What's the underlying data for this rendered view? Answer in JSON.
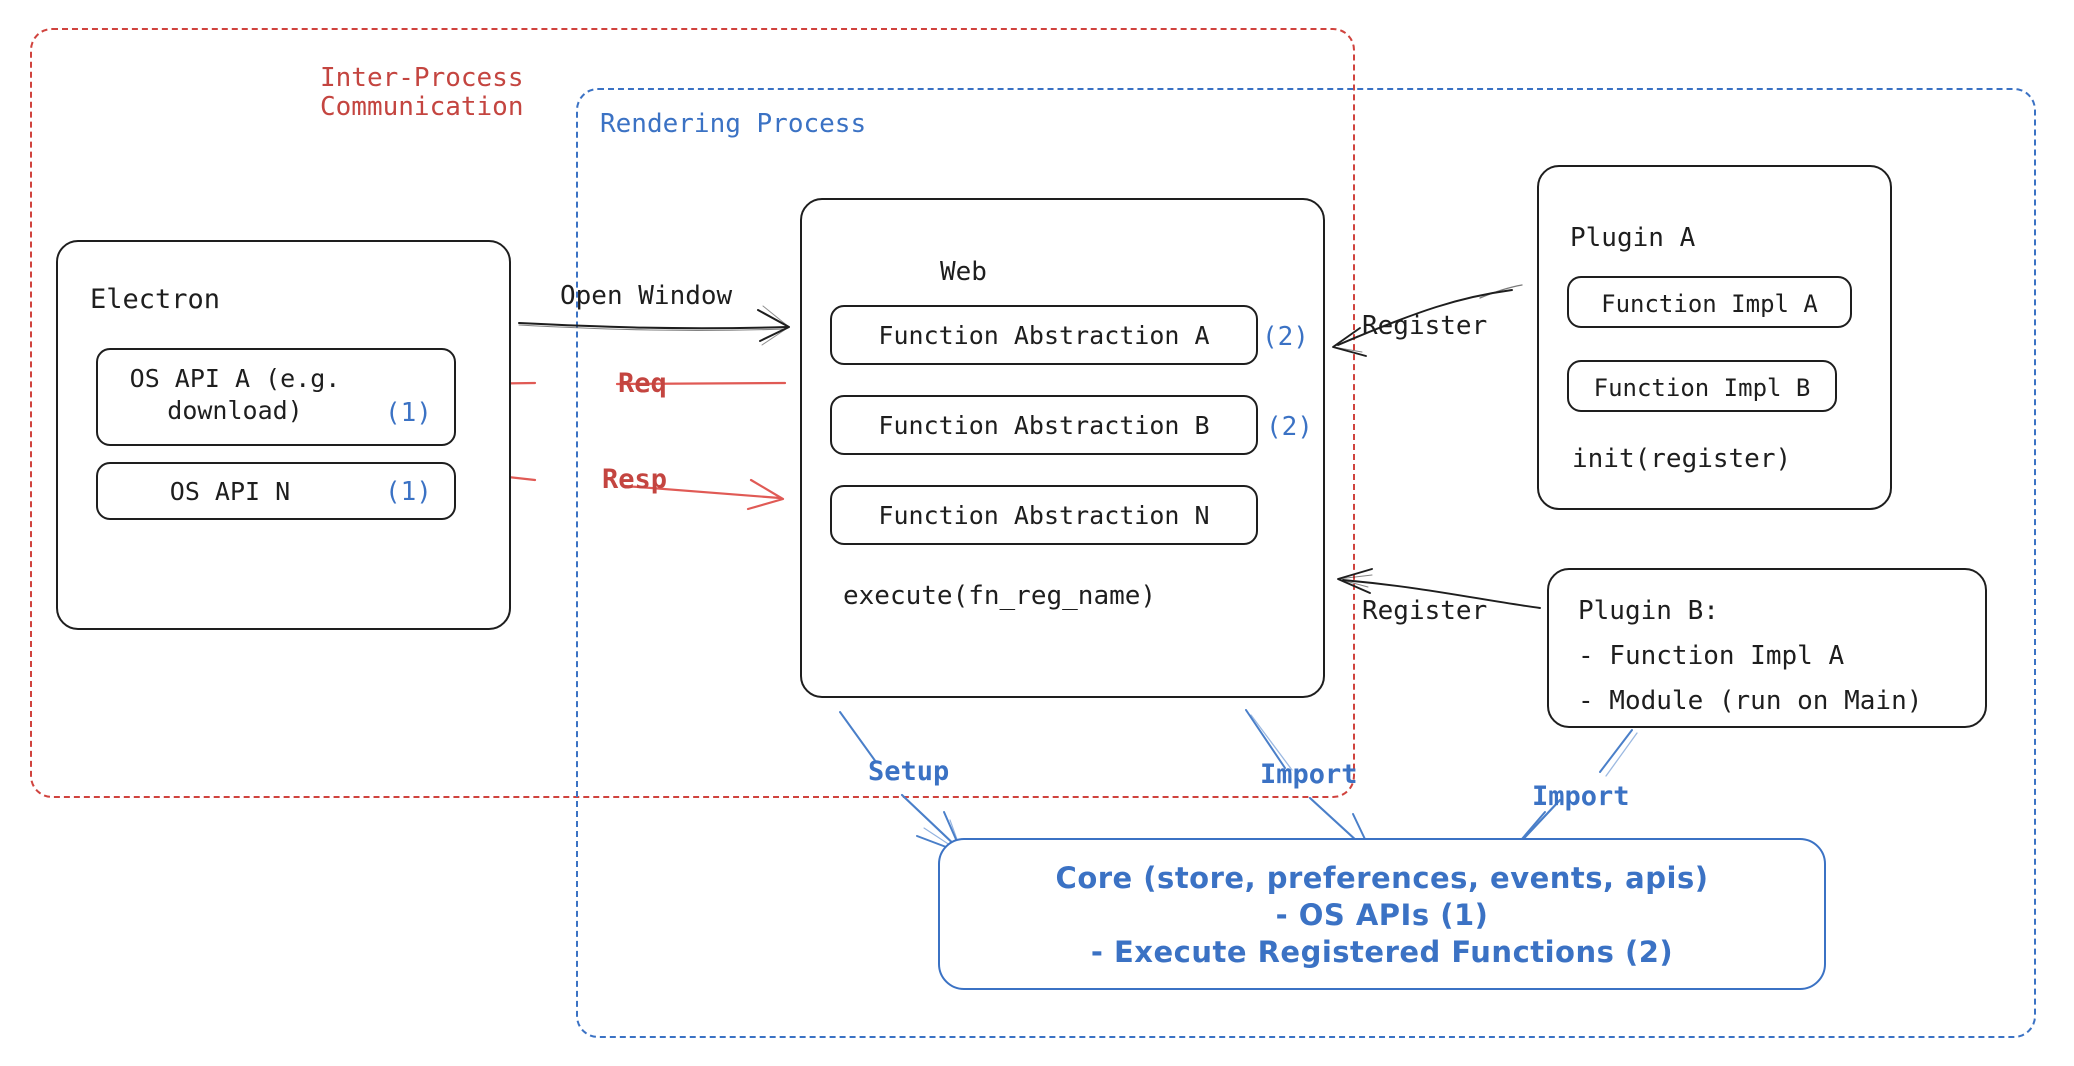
{
  "diagram": {
    "title": "Electron plugin architecture",
    "colors": {
      "ipc_red": "#c44540",
      "process_blue": "#3b72c4",
      "ink": "#1e1e1e",
      "background": "#ffffff"
    }
  },
  "containers": {
    "ipc": {
      "label_line1": "Inter-Process",
      "label_line2": "Communication"
    },
    "rendering": {
      "label": "Rendering Process"
    }
  },
  "electron": {
    "title": "Electron",
    "apis": [
      {
        "name": "OS API A (e.g.\ndownload)",
        "badge": "(1)"
      },
      {
        "name": "OS API N",
        "badge": "(1)"
      }
    ]
  },
  "web": {
    "title": "Web",
    "abstractions": [
      {
        "name": "Function Abstraction A",
        "badge": "(2)"
      },
      {
        "name": "Function Abstraction B",
        "badge": "(2)"
      },
      {
        "name": "Function Abstraction N",
        "badge": ""
      }
    ],
    "method": "execute(fn_reg_name)"
  },
  "plugin_a": {
    "title": "Plugin A",
    "functions": [
      "Function Impl A",
      "Function Impl B"
    ],
    "init": "init(register)"
  },
  "plugin_b": {
    "title": "Plugin B:",
    "items": [
      "- Function Impl A",
      "- Module (run on Main)"
    ]
  },
  "core": {
    "line1": "Core (store, preferences, events, apis)",
    "line2": "- OS APIs (1)",
    "line3": "- Execute Registered Functions (2)"
  },
  "edges": {
    "open_window": "Open Window",
    "req": "Req",
    "resp": "Resp",
    "register_top": "Register",
    "register_bottom": "Register",
    "setup": "Setup",
    "import_web": "Import",
    "import_plugin_b": "Import"
  }
}
